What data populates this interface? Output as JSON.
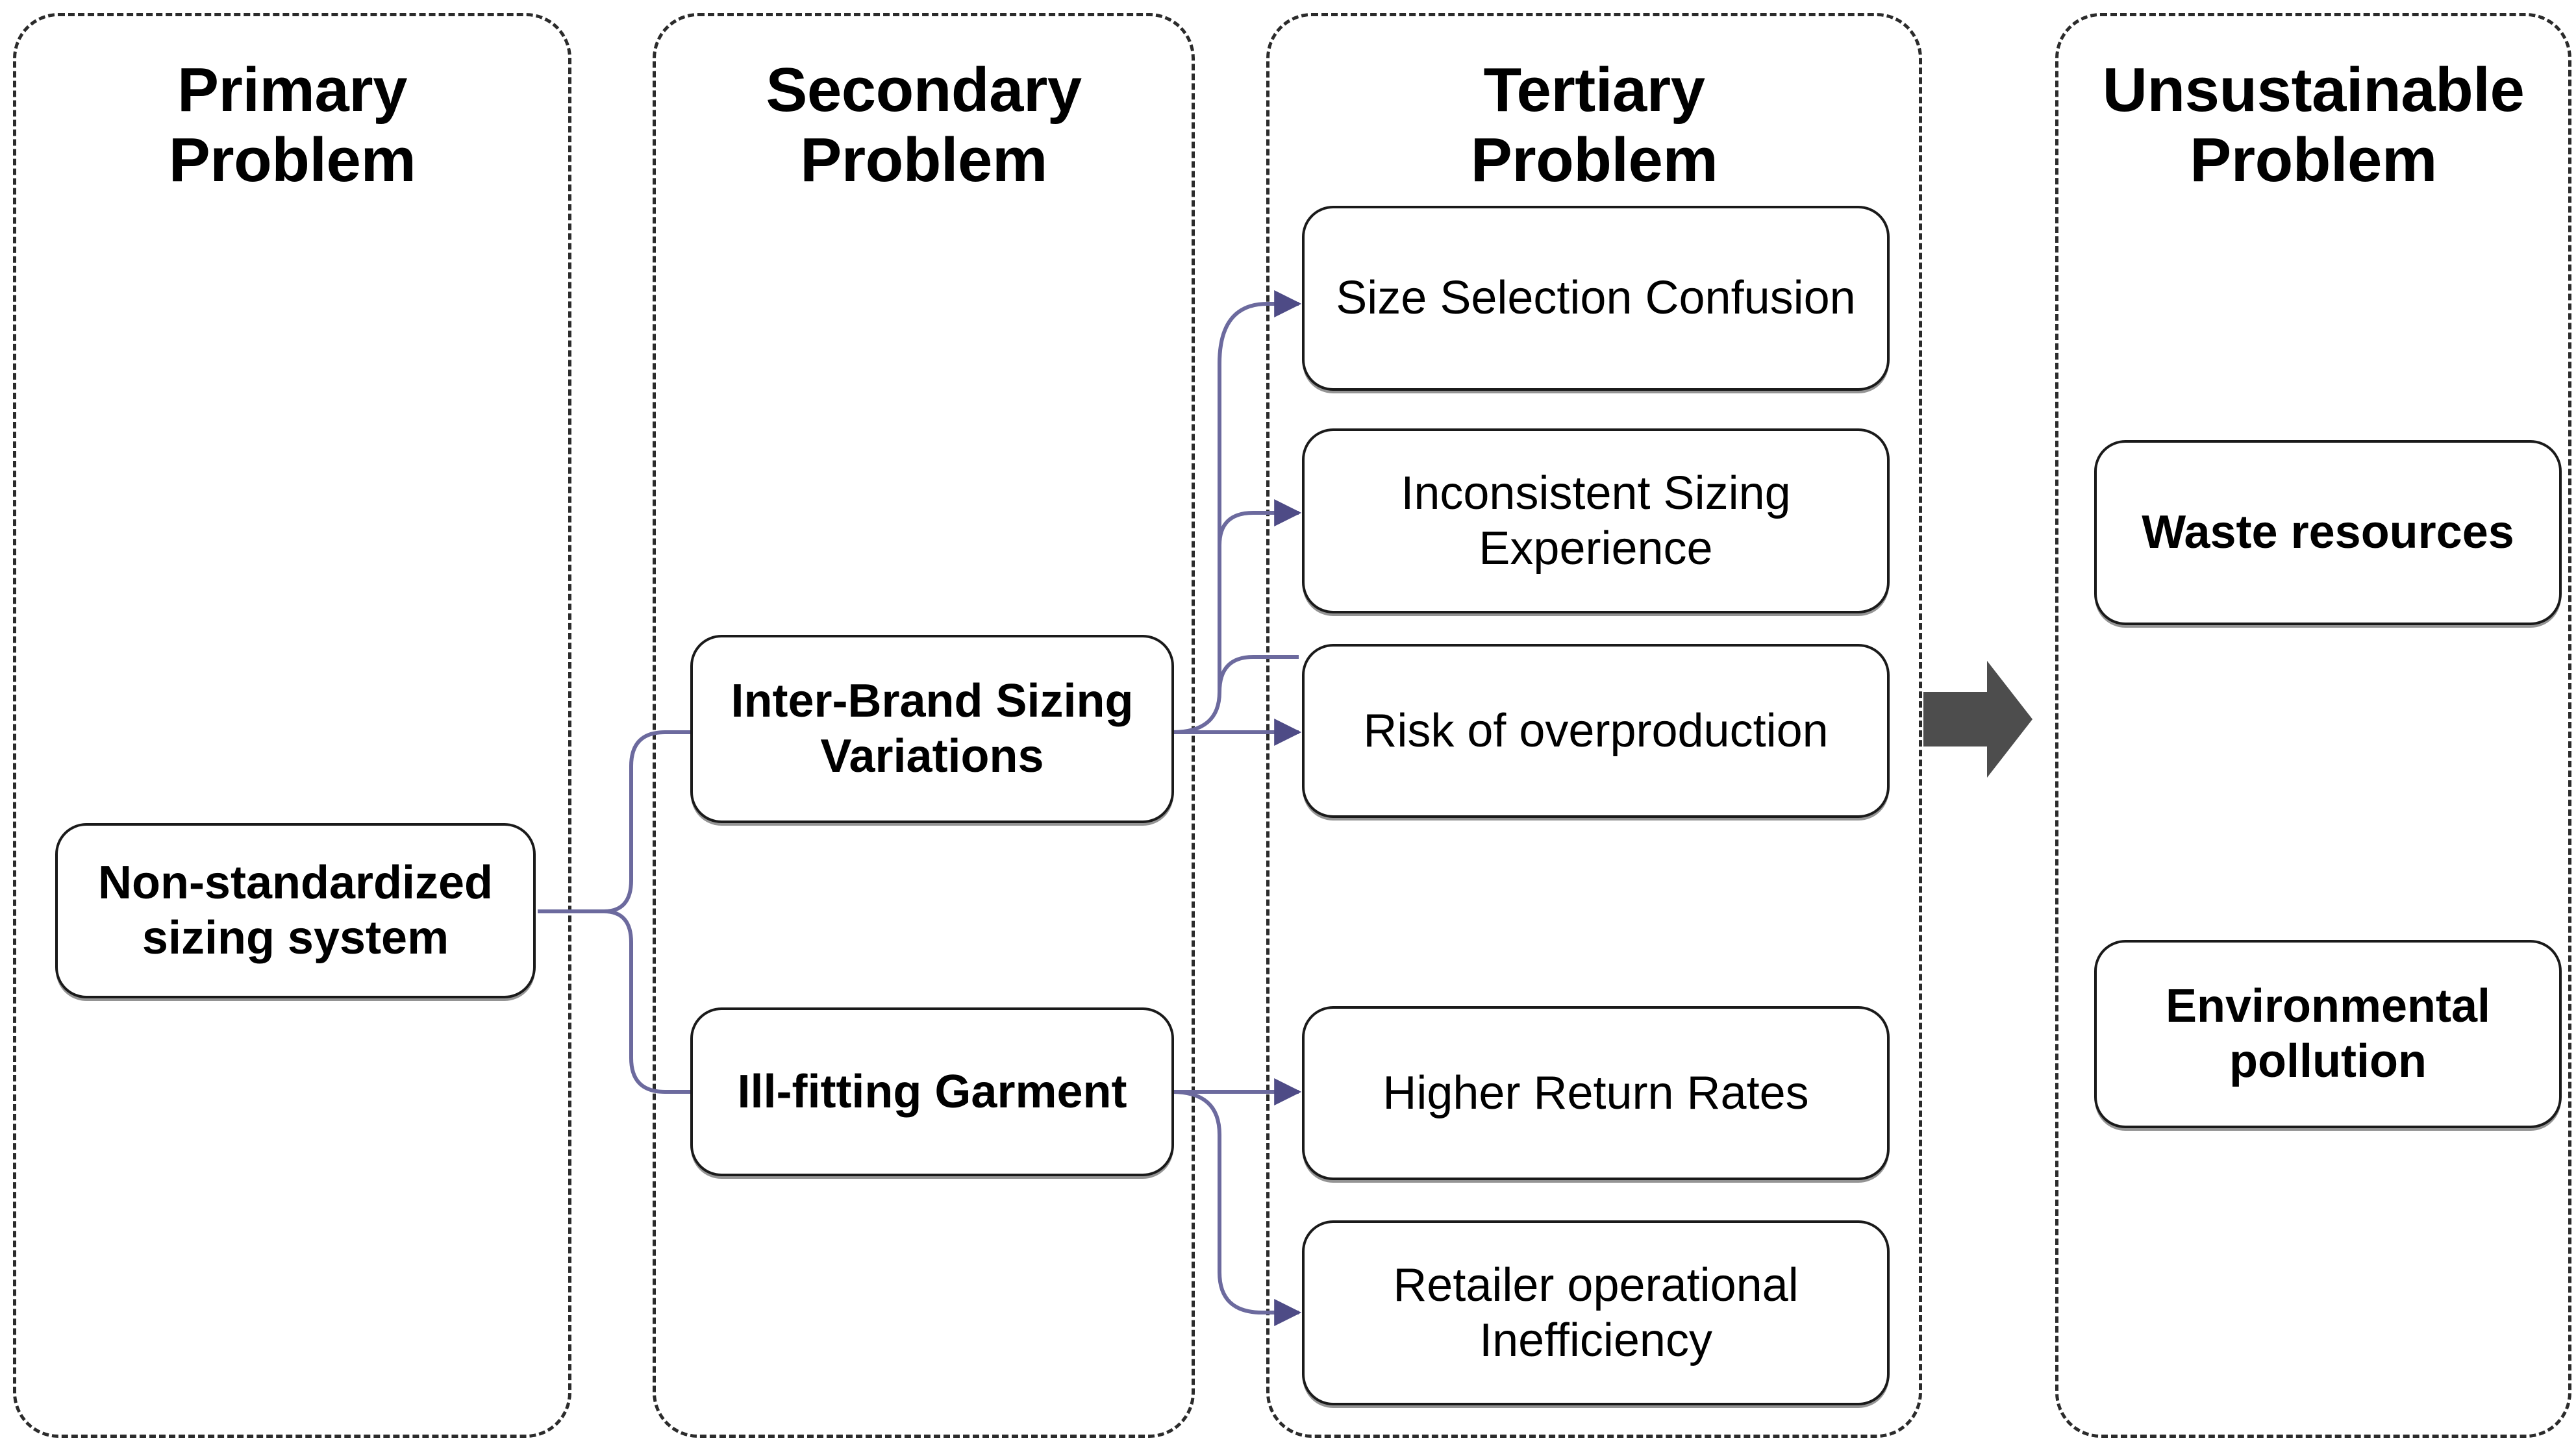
{
  "diagram": {
    "title_implicit": "Problem hierarchy of non-standardized garment sizing",
    "columns": [
      {
        "id": "primary",
        "title": "Primary\nProblem"
      },
      {
        "id": "secondary",
        "title": "Secondary\nProblem"
      },
      {
        "id": "tertiary",
        "title": "Tertiary\nProblem"
      },
      {
        "id": "unsustainable",
        "title": "Unsustainable\nProblem"
      }
    ],
    "nodes": {
      "primary": [
        {
          "id": "non-standardized-sizing-system",
          "label": "Non-standardized\nsizing system",
          "weight": "bold"
        }
      ],
      "secondary": [
        {
          "id": "inter-brand-sizing-variations",
          "label": "Inter-Brand Sizing\nVariations",
          "weight": "bold"
        },
        {
          "id": "ill-fitting-garment",
          "label": "Ill-fitting Garment",
          "weight": "bold"
        }
      ],
      "tertiary": [
        {
          "id": "size-selection-confusion",
          "label": "Size Selection Confusion",
          "weight": "regular"
        },
        {
          "id": "inconsistent-sizing-experience",
          "label": "Inconsistent Sizing\nExperience",
          "weight": "regular"
        },
        {
          "id": "risk-of-overproduction",
          "label": "Risk of overproduction",
          "weight": "regular"
        },
        {
          "id": "higher-return-rates",
          "label": "Higher Return Rates",
          "weight": "regular"
        },
        {
          "id": "retailer-operational-inefficiency",
          "label": "Retailer operational\nInefficiency",
          "weight": "regular"
        }
      ],
      "unsustainable": [
        {
          "id": "waste-resources",
          "label": "Waste resources",
          "weight": "bold"
        },
        {
          "id": "environmental-pollution",
          "label": "Environmental\npollution",
          "weight": "bold"
        }
      ]
    },
    "edges": [
      {
        "from": "non-standardized-sizing-system",
        "to": "inter-brand-sizing-variations"
      },
      {
        "from": "non-standardized-sizing-system",
        "to": "ill-fitting-garment"
      },
      {
        "from": "inter-brand-sizing-variations",
        "to": "size-selection-confusion"
      },
      {
        "from": "inter-brand-sizing-variations",
        "to": "inconsistent-sizing-experience"
      },
      {
        "from": "inter-brand-sizing-variations",
        "to": "risk-of-overproduction"
      },
      {
        "from": "ill-fitting-garment",
        "to": "higher-return-rates"
      },
      {
        "from": "ill-fitting-garment",
        "to": "retailer-operational-inefficiency"
      },
      {
        "from": "tertiary-column",
        "to": "unsustainable-column",
        "style": "block-arrow"
      }
    ],
    "colors": {
      "panel_border": "#2b2b2b",
      "node_border": "#1a1a1a",
      "connector": "#6c6a9e",
      "arrowhead": "#4e4b86",
      "block_arrow": "#4d4d4d",
      "text": "#000000",
      "background": "#ffffff"
    }
  }
}
